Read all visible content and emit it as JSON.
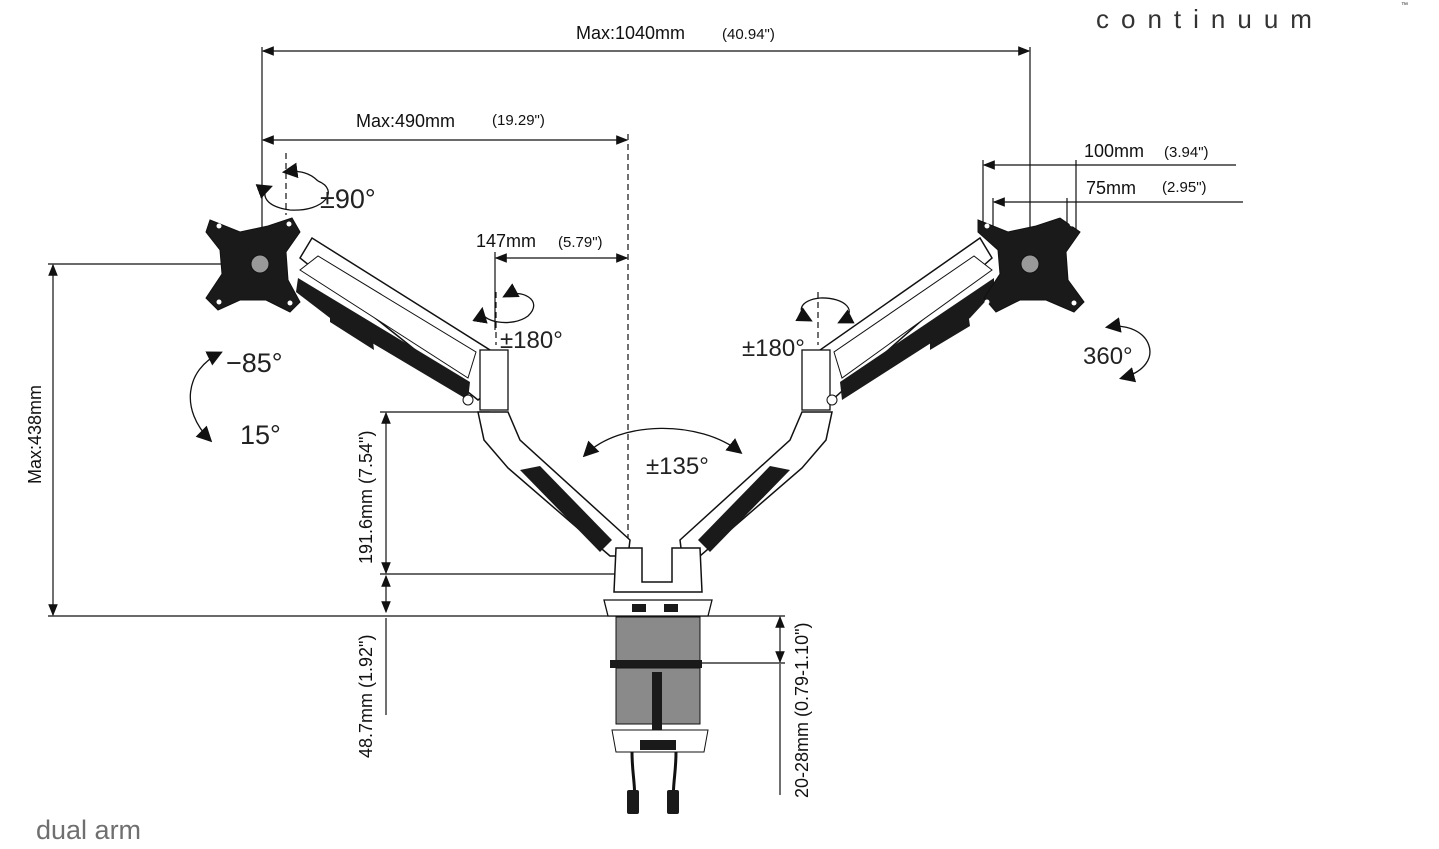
{
  "brand": {
    "name": "continuum",
    "trademark": "™"
  },
  "caption": "dual arm",
  "dimensions": {
    "total_width_main": "Max:1040mm",
    "total_width_sub": "(40.94\")",
    "arm_reach_main": "Max:490mm",
    "arm_reach_sub": "(19.29\")",
    "offset_main": "147mm",
    "offset_sub": "(5.79\")",
    "vesa_large_main": "100mm",
    "vesa_large_sub": "(3.94\")",
    "vesa_small_main": "75mm",
    "vesa_small_sub": "(2.95\")",
    "max_height": "Max:438mm",
    "pole_height": "191.6mm (7.54\")",
    "base_height": "48.7mm (1.92\")",
    "desk_thickness": "20-28mm (0.79-1.10\")"
  },
  "angles": {
    "rotation_top": "±90°",
    "swivel_left": "±180°",
    "swivel_right": "±180°",
    "tilt_up": "−85°",
    "tilt_down": "15°",
    "base_swivel": "±135°",
    "rotate_full": "360°"
  },
  "colors": {
    "line": "#111111",
    "arm_fill": "#ffffff",
    "pad": "#1a1a1a",
    "clamp": "#8a8a8a",
    "caption": "#6f6f6f"
  }
}
